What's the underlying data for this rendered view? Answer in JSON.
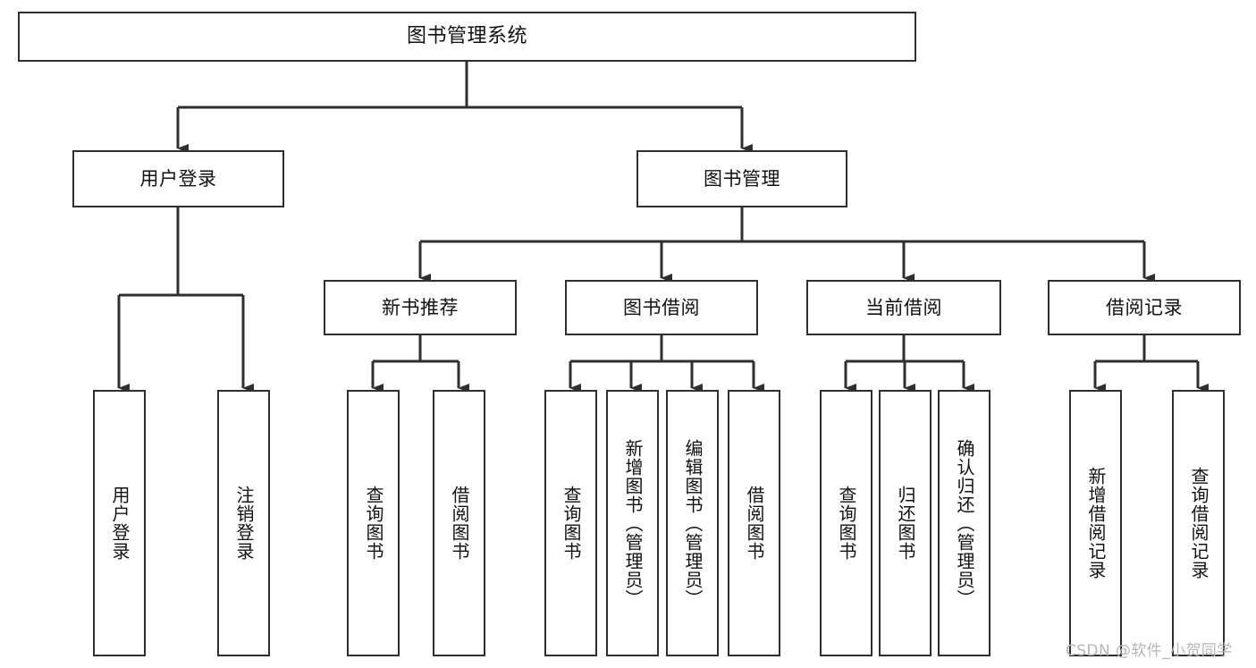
{
  "diagram": {
    "type": "tree-hierarchy",
    "title": "图书管理系统",
    "orientation": "top-down",
    "colors": {
      "box_border": "#2f2f2f",
      "box_fill": "#ffffff",
      "connector": "#2f2f2f",
      "text": "#111111",
      "watermark": "#b6b6b6",
      "background": "#ffffff"
    },
    "levels": {
      "level1": {
        "label": "图书管理系统"
      },
      "level2": [
        {
          "label": "用户登录"
        },
        {
          "label": "图书管理"
        }
      ],
      "level3": [
        {
          "label": "新书推荐"
        },
        {
          "label": "图书借阅"
        },
        {
          "label": "当前借阅"
        },
        {
          "label": "借阅记录"
        }
      ],
      "leaves": {
        "user_login": [
          {
            "label": "用户登录"
          },
          {
            "label": "注销登录"
          }
        ],
        "new_book_recommend": [
          {
            "label": "查询图书"
          },
          {
            "label": "借阅图书"
          }
        ],
        "book_borrow": [
          {
            "label": "查询图书"
          },
          {
            "label": "新增图书（管理员）"
          },
          {
            "label": "编辑图书（管理员）"
          },
          {
            "label": "借阅图书"
          }
        ],
        "current_borrow": [
          {
            "label": "查询图书"
          },
          {
            "label": "归还图书"
          },
          {
            "label": "确认归还（管理员）"
          }
        ],
        "borrow_record": [
          {
            "label": "新增借阅记录"
          },
          {
            "label": "查询借阅记录"
          }
        ]
      }
    },
    "watermark": "CSDN @软件_小贺同学"
  }
}
